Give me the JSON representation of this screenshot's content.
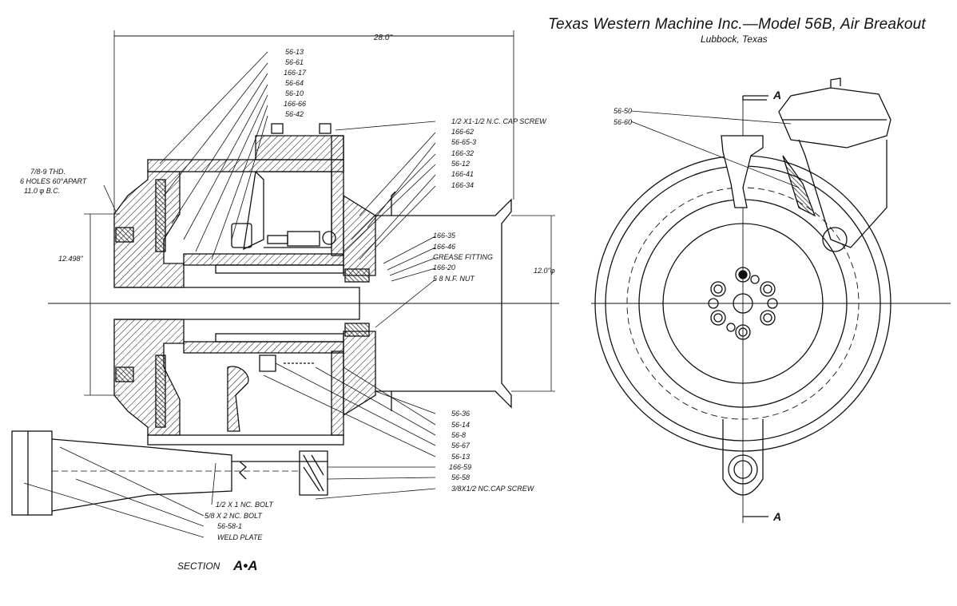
{
  "title": "Texas Western Machine Inc.—Model 56B, Air Breakout",
  "subtitle": "Lubbock, Texas",
  "section_caption": "SECTION",
  "section_mark": "A•A",
  "view_mark": "A",
  "dimensions": {
    "overall_length": "28.0\"",
    "flange_bore": "12.498\"",
    "outlet_dia": "12.0\"φ"
  },
  "bolt_note": [
    "7/8-9 THD.",
    "6 HOLES 60°APART",
    "11.0 φ  B.C."
  ],
  "left_callouts": [
    "56-13",
    "56-61",
    "166-17",
    "56-64",
    "56-10",
    "166-66",
    "56-42"
  ],
  "top_right_callouts": [
    "1/2 X1-1/2 N.C. CAP SCREW",
    "166-62",
    "56-65-3",
    "166-32",
    "56-12",
    "166-41",
    "166-34"
  ],
  "mid_right_callouts": [
    "166-35",
    "166-46",
    "GREASE FITTING",
    "166-20",
    "5 8 N.F. NUT"
  ],
  "lower_right_callouts": [
    "56-36",
    "56-14",
    "56-8",
    "56-67",
    "56-13",
    "166-59",
    "56-58",
    "3/8X1/2 NC.CAP SCREW"
  ],
  "bottom_callouts": [
    "1/2 X 1 NC. BOLT",
    "5/8 X 2 NC. BOLT",
    "56-58-1",
    "WELD PLATE"
  ],
  "end_view_callouts": [
    "56-50",
    "56-60"
  ]
}
